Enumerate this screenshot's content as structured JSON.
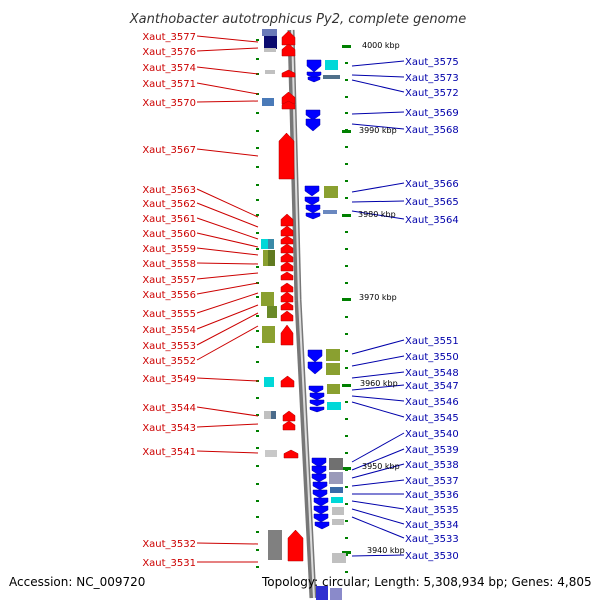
{
  "title": "Xanthobacter autotrophicus Py2, complete genome",
  "accession": "Accession: NC_009720",
  "topology": "Topology: circular; Length: 5,308,934 bp; Genes: 4,805",
  "colors": {
    "forward_gene": "#ff0000",
    "reverse_gene": "#0000ff",
    "forward_label": "#cc0000",
    "reverse_label": "#0000aa",
    "tick": "#008000",
    "backbone": "#8c8c8c"
  },
  "kbp_markers": [
    "4000 kbp",
    "3990 kbp",
    "3980 kbp",
    "3970 kbp",
    "3960 kbp",
    "3950 kbp",
    "3940 kbp"
  ],
  "left_labels": [
    "Xaut_3577",
    "Xaut_3576",
    "Xaut_3574",
    "Xaut_3571",
    "Xaut_3570",
    "Xaut_3567",
    "Xaut_3563",
    "Xaut_3562",
    "Xaut_3561",
    "Xaut_3560",
    "Xaut_3559",
    "Xaut_3558",
    "Xaut_3557",
    "Xaut_3556",
    "Xaut_3555",
    "Xaut_3554",
    "Xaut_3553",
    "Xaut_3552",
    "Xaut_3549",
    "Xaut_3544",
    "Xaut_3543",
    "Xaut_3541",
    "Xaut_3532",
    "Xaut_3531"
  ],
  "right_labels": [
    "Xaut_3575",
    "Xaut_3573",
    "Xaut_3572",
    "Xaut_3569",
    "Xaut_3568",
    "Xaut_3566",
    "Xaut_3565",
    "Xaut_3564",
    "Xaut_3551",
    "Xaut_3550",
    "Xaut_3548",
    "Xaut_3547",
    "Xaut_3546",
    "Xaut_3545",
    "Xaut_3540",
    "Xaut_3539",
    "Xaut_3538",
    "Xaut_3537",
    "Xaut_3536",
    "Xaut_3535",
    "Xaut_3534",
    "Xaut_3533",
    "Xaut_3530"
  ]
}
